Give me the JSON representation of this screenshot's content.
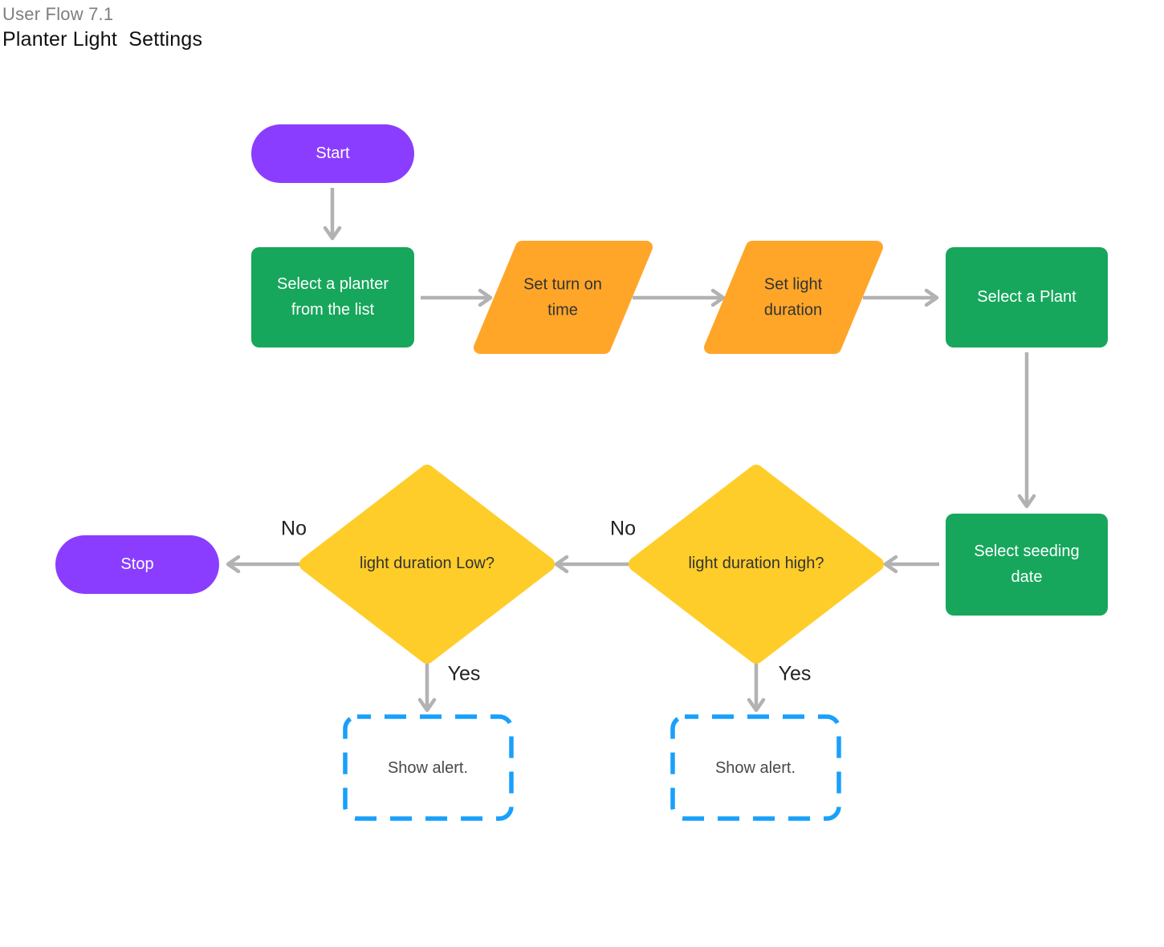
{
  "header": {
    "eyebrow": "User Flow 7.1",
    "title": "Planter Light  Settings"
  },
  "nodes": {
    "start": {
      "label": "Start",
      "type": "terminator"
    },
    "select_planter": {
      "label": "Select a planter from the list",
      "type": "process"
    },
    "set_turn_on_time": {
      "label": "Set turn on time",
      "type": "input-output"
    },
    "set_light_duration": {
      "label": "Set light duration",
      "type": "input-output"
    },
    "select_plant": {
      "label": "Select a Plant",
      "type": "process"
    },
    "select_seeding_date": {
      "label": "Select seeding date",
      "type": "process"
    },
    "duration_high": {
      "label": "light duration high?",
      "type": "decision"
    },
    "duration_low": {
      "label": "light duration Low?",
      "type": "decision"
    },
    "stop": {
      "label": "Stop",
      "type": "terminator"
    },
    "alert_high": {
      "label": "Show alert.",
      "type": "dashed"
    },
    "alert_low": {
      "label": "Show alert.",
      "type": "dashed"
    }
  },
  "edge_labels": {
    "no_right": "No",
    "no_left": "No",
    "yes_right": "Yes",
    "yes_left": "Yes"
  },
  "colors": {
    "terminator_purple": "#8b3dff",
    "process_green": "#16a75c",
    "io_orange": "#ffa629",
    "decision_yellow": "#ffcd29",
    "alert_border_blue": "#18a0fb",
    "arrow_gray": "#b2b2b2",
    "title_gray": "#7e7e7e",
    "dark_text": "#333333"
  }
}
